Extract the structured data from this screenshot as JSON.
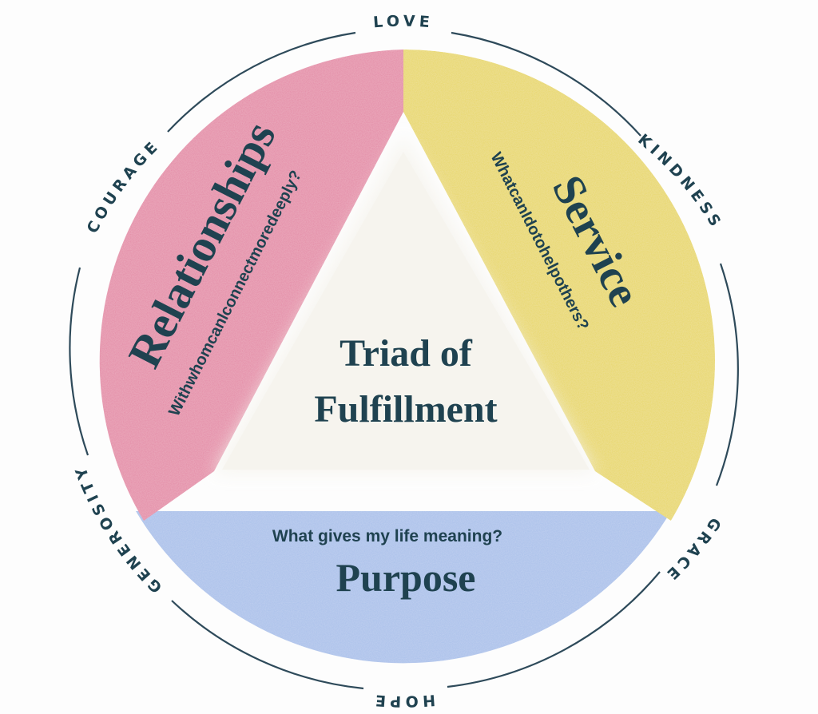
{
  "diagram": {
    "center_title": [
      "Triad of",
      "Fulfillment"
    ],
    "sectors": {
      "relationships": {
        "title": "Relationships",
        "question": "Withwhomcanlconnectmoredeeply?"
      },
      "service": {
        "title": "Service",
        "question": "WhatcanIdotohelpothers?"
      },
      "purpose": {
        "title": "Purpose",
        "question": "What gives my life meaning?"
      }
    },
    "virtues": {
      "love": "LOVE",
      "kindness": "KINDNESS",
      "grace": "GRACE",
      "hope": "HOPE",
      "generosity": "GENEROSITY",
      "courage": "COURAGE"
    },
    "colors": {
      "ring": "#2e4a5a",
      "text": "#1f4250",
      "relationships": "#e48aa6",
      "service": "#e8d766",
      "purpose": "#a9c0ea",
      "center": "#f6f4ee"
    }
  }
}
